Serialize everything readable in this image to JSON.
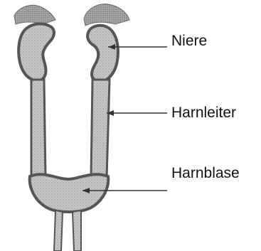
{
  "labels": {
    "kidney": "Niere",
    "ureter": "Harnleiter",
    "bladder": "Harnblase"
  },
  "colors": {
    "organ_fill": "#bdbdbd",
    "organ_outline": "#555555",
    "background": "#ffffff",
    "text": "#111111"
  }
}
